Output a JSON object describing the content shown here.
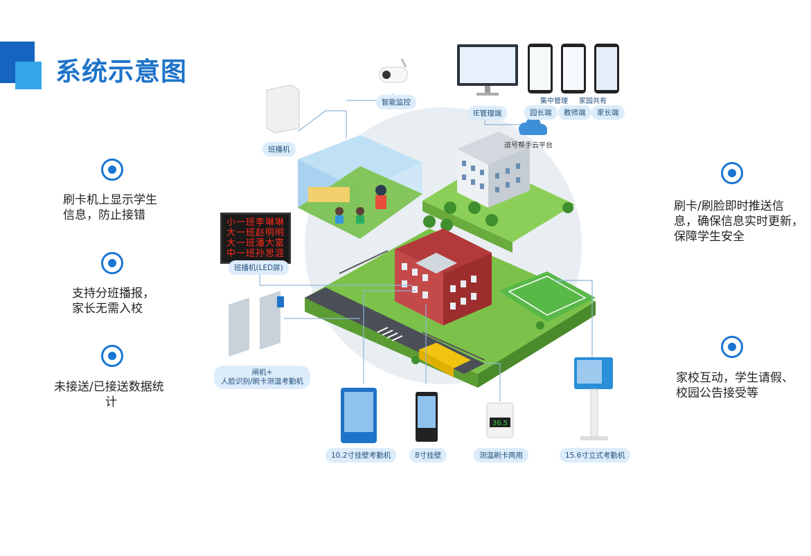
{
  "header": {
    "title": "系统示意图"
  },
  "features_left": [
    {
      "text_line1": "刷卡机上显示学生",
      "text_line2": "信息，防止接错"
    },
    {
      "text_line1": "支持分班播报，",
      "text_line2": "家长无需入校"
    },
    {
      "text_line1": "未接送/已接送数据统",
      "text_line2": "计"
    }
  ],
  "features_right": [
    {
      "text_line1": "刷卡/刷脸即时推送信",
      "text_line2": "息，确保信息实时更新，",
      "text_line3": "保障学生安全"
    },
    {
      "text_line1": "家校互动，学生请假、",
      "text_line2": "校园公告接受等"
    }
  ],
  "diagram": {
    "labels": {
      "camera": "智能监控",
      "speaker": "班播机",
      "ie_admin": "IE管理端",
      "centralized": "集中管理",
      "shared": "家园共有",
      "principal": "园长端",
      "teacher": "教师端",
      "parent": "家长端",
      "cloud": "逗号帮手云平台",
      "led_screen": "班播机(LED屏)",
      "gate_line1": "闸机+",
      "gate_line2": "人脸识别/刷卡测温考勤机",
      "device_wall_10": "10.2寸挂壁考勤机",
      "device_wall_8": "8寸挂壁",
      "device_temp": "测温刷卡两用",
      "device_stand": "15.6寸立式考勤机"
    },
    "led_lines": [
      "小一班李琳琳",
      "大一班赵明明",
      "大一班潘大富",
      "中一班孙思涯"
    ],
    "temperature": "36.5"
  },
  "colors": {
    "accent": "#1e73c8",
    "bullet": "#1976d2",
    "pill_bg": "#dcecfa"
  }
}
